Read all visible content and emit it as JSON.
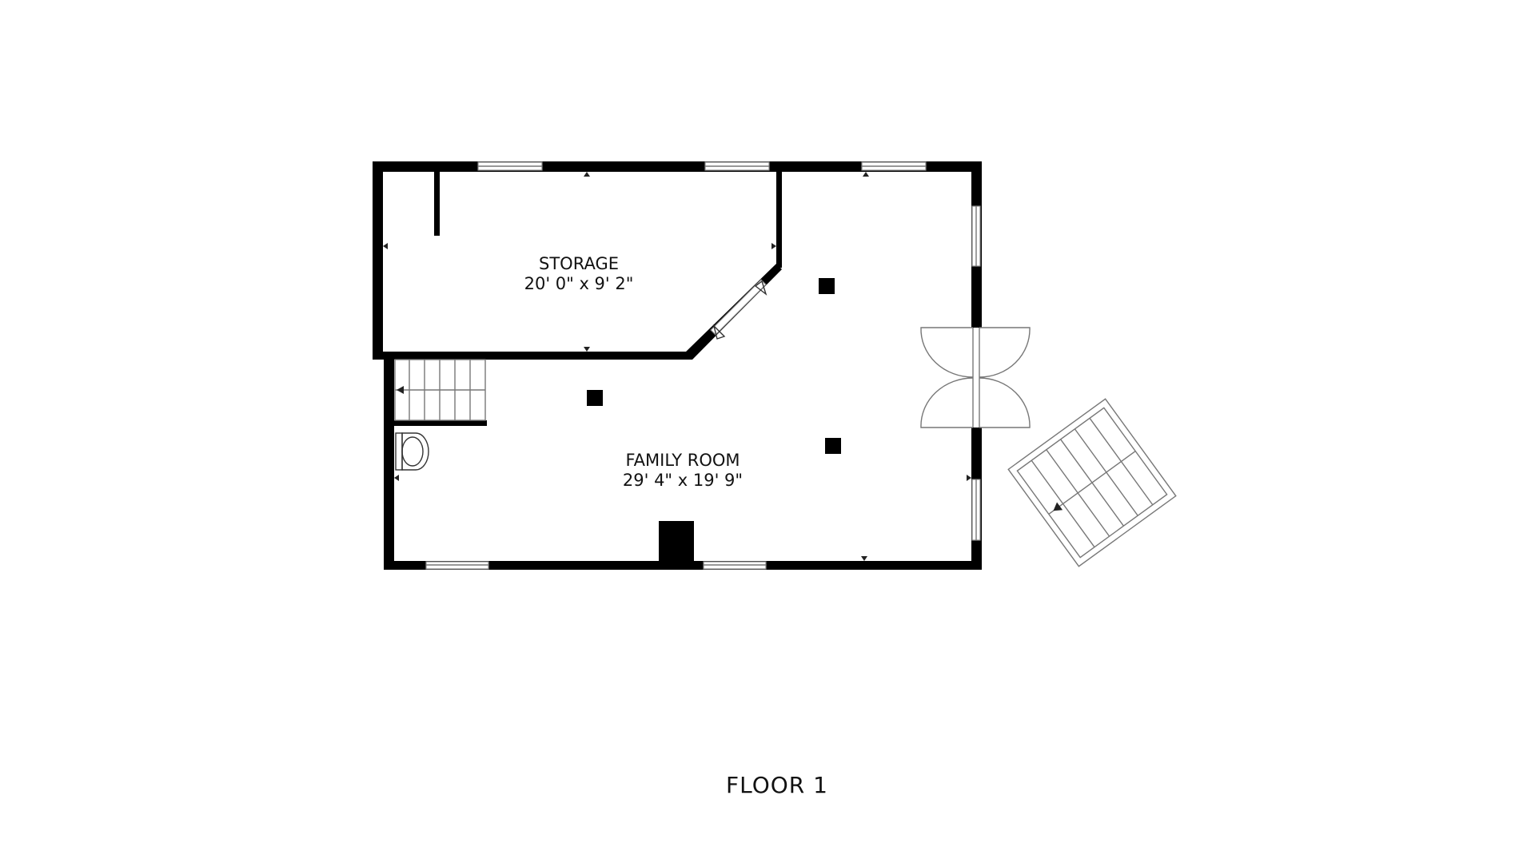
{
  "floor": {
    "label": "FLOOR 1"
  },
  "rooms": [
    {
      "name": "STORAGE",
      "dimensions": "20' 0\" x 9' 2\""
    },
    {
      "name": "FAMILY ROOM",
      "dimensions": "29' 4\" x 19' 9\""
    }
  ],
  "colors": {
    "wall": "#000000",
    "background": "#ffffff",
    "fixture_line": "#777777"
  },
  "icons": [
    "stairs-icon",
    "exterior-stairs-icon",
    "toilet-icon",
    "double-door-icon",
    "fireplace-icon",
    "support-column-icon"
  ]
}
